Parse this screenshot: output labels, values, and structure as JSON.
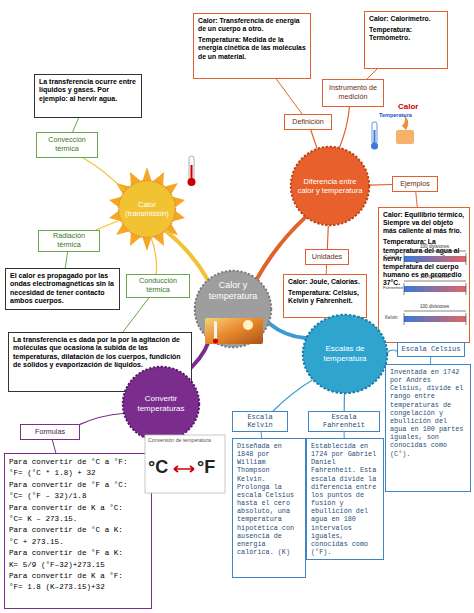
{
  "diagram": {
    "nodes": [
      {
        "text": [
          "Calor y temperatura"
        ]
      },
      {
        "text": [
          "Calor (transmisión)"
        ]
      },
      {
        "text": [
          "Convección térmica"
        ]
      },
      {
        "text": [
          "La transferencia ocurre entre líquidos y gases. Por ejemplo: al hervir agua."
        ]
      },
      {
        "text": [
          "Radiación térmica"
        ]
      },
      {
        "text": [
          "El calor es propagado por las ondas electromagnéticas sin la necesidad de tener contacto ambos cuerpos."
        ]
      },
      {
        "text": [
          "Conducción térmica"
        ]
      },
      {
        "text": [
          "La transferencia es dada por la por la agitación de moléculas que ocasiona la subida de las temperaturas, dilatación de los cuerpos, fundición de sólidos y evaporización de líquidos."
        ]
      },
      {
        "text": [
          "Diferencia entre calor y temperatura"
        ]
      },
      {
        "text": [
          "Definición"
        ]
      },
      {
        "text": [
          "Calor: Transferencia de energía de un cuerpo a otro.",
          "Temperatura: Medida de la energía cinética de las moléculas de un material."
        ]
      },
      {
        "text": [
          "Instrumento de medición"
        ]
      },
      {
        "text": [
          "Calor: Calorímetro.",
          "Temperatura: Termómetro."
        ]
      },
      {
        "text": [
          "Ejemplos"
        ]
      },
      {
        "text": [
          "Calor: Equilibrio térmico, Siempre va del objeto más caliente al más frío.",
          "Temperatura: La temperatura del agua al hervir es igual 100°C., La temperatura del cuerpo humano es en promedio 37°C."
        ]
      },
      {
        "text": [
          "Unidades"
        ]
      },
      {
        "text": [
          "Calor: Joule, Calorías.",
          "Temperatura: Celsius, Kelvin y Fahrenheit."
        ]
      },
      {
        "text": [
          "Escalas de temperatura"
        ]
      },
      {
        "text": [
          "Escala Celsius"
        ]
      },
      {
        "text": [
          "Inventada en 1742 por Andrés Celsius, divide el rango entre temperaturas de congelación y ebullición del agua en 100 partes iguales, son conocidas como (C°)."
        ]
      },
      {
        "text": [
          "Escala Fahrenheit"
        ]
      },
      {
        "text": [
          "Establecida en 1724 por Gabriel Daniel Fahrenheit. Esta escala divide la diferencia entre los puntos de fusión y ebullición del agua en 180 intervalos iguales, conocidas como (°F)."
        ]
      },
      {
        "text": [
          "Escala Kelvin"
        ]
      },
      {
        "text": [
          "Diseñada en 1848 por William Thompson Kelvin. Prolonga la escala Celsius hasta el cero absoluto, una temperatura hipotética con ausencia de energía calórica. (K)"
        ]
      },
      {
        "text": [
          "Convertir temperaturas"
        ]
      },
      {
        "text": [
          "Formulas"
        ]
      },
      {
        "text": [
          "Para convertir de °C a °F:",
          "°F= (°C * 1.8) + 32",
          "Para convertir de °F a °C:",
          "°C= (°F – 32)/1.8",
          "Para convertir de K a °C:",
          "°C= K – 273.15.",
          "Para convertir de °C a K:",
          "°C + 273.15.",
          "Para convertir de °F a K:",
          "K= 5/9 (°F–32)+273.15",
          "Para convertir de K a °F:",
          "°F= 1.8 (K–273.15)+32"
        ]
      }
    ],
    "edges": [
      {
        "from": 0,
        "to": 1,
        "arrow": "none"
      },
      {
        "from": 0,
        "to": 8,
        "arrow": "none"
      },
      {
        "from": 0,
        "to": 17,
        "arrow": "none"
      },
      {
        "from": 0,
        "to": 24,
        "arrow": "none"
      },
      {
        "from": 1,
        "to": 2,
        "arrow": "none"
      },
      {
        "from": 2,
        "to": 3,
        "arrow": "none"
      },
      {
        "from": 1,
        "to": 4,
        "arrow": "none"
      },
      {
        "from": 4,
        "to": 5,
        "arrow": "none"
      },
      {
        "from": 1,
        "to": 6,
        "arrow": "none"
      },
      {
        "from": 6,
        "to": 7,
        "arrow": "none"
      },
      {
        "from": 8,
        "to": 9,
        "arrow": "none"
      },
      {
        "from": 9,
        "to": 10,
        "arrow": "none"
      },
      {
        "from": 8,
        "to": 11,
        "arrow": "none"
      },
      {
        "from": 11,
        "to": 12,
        "arrow": "none"
      },
      {
        "from": 8,
        "to": 13,
        "arrow": "none"
      },
      {
        "from": 13,
        "to": 14,
        "arrow": "none"
      },
      {
        "from": 8,
        "to": 15,
        "arrow": "none"
      },
      {
        "from": 15,
        "to": 16,
        "arrow": "none"
      },
      {
        "from": 17,
        "to": 18,
        "arrow": "none"
      },
      {
        "from": 18,
        "to": 19,
        "arrow": "none"
      },
      {
        "from": 17,
        "to": 20,
        "arrow": "none"
      },
      {
        "from": 20,
        "to": 21,
        "arrow": "none"
      },
      {
        "from": 17,
        "to": 22,
        "arrow": "none"
      },
      {
        "from": 22,
        "to": 23,
        "arrow": "none"
      },
      {
        "from": 24,
        "to": 25,
        "arrow": "none"
      },
      {
        "from": 25,
        "to": 26,
        "arrow": "none"
      }
    ],
    "labels": [
      "Temperatura",
      "Calor",
      "100 divisiones",
      "180 divisiones",
      "100 divisiones",
      "Celsius",
      "Fahrenheit",
      "Kelvin",
      "Conversión de temperatura",
      "°C",
      "°F"
    ]
  }
}
